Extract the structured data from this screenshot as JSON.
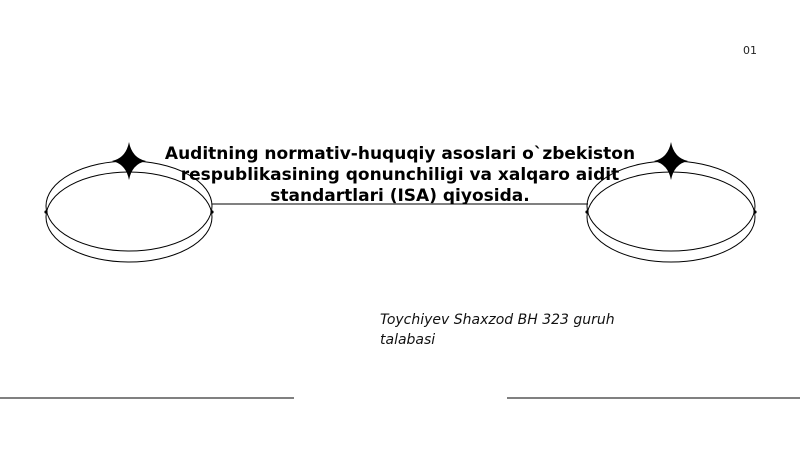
{
  "slide": {
    "page_number": "01",
    "title": "Auditning normativ-huquqiy asoslari o`zbekiston respublikasining qonunchiligi va xalqaro aidit standartlari (ISA) qiyosida.",
    "author": "Toychiyev Shaxzod BH 323 guruh talabasi"
  },
  "decorations": {
    "icons": [
      "sparkle-star-icon",
      "sparkle-star-icon"
    ],
    "line_color": "#000000"
  }
}
